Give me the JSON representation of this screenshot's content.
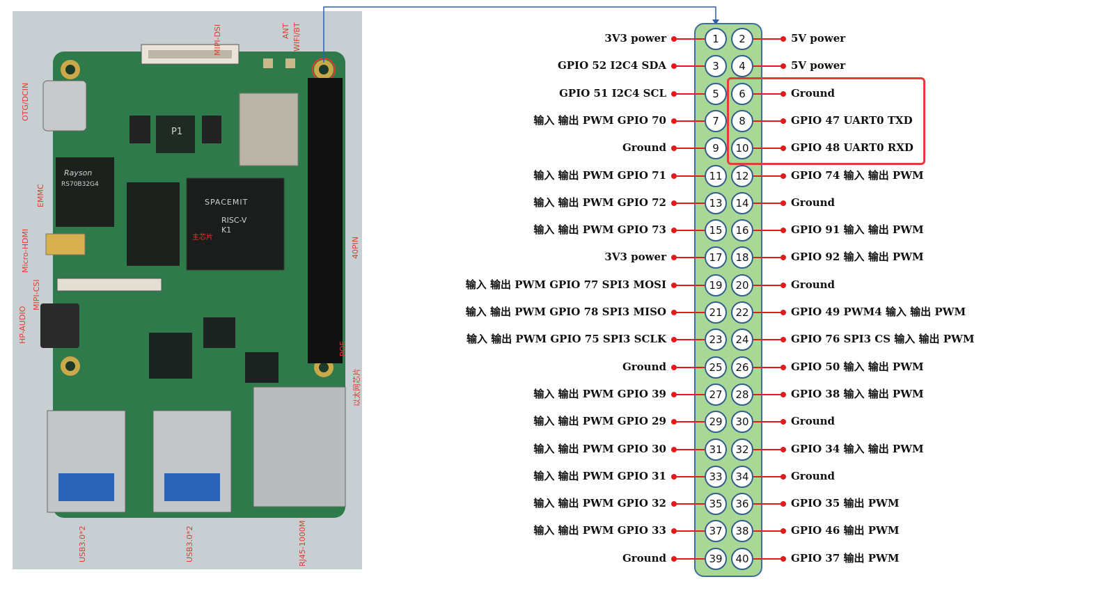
{
  "board_labels": {
    "mipi_dsi": "MIPI-DSI",
    "ant": "ANT",
    "wifi_bt": "WIFI/BT",
    "otg_dcin": "OTG/DCIN",
    "emmc": "EMMC",
    "micro_hdmi": "Micro-HDMI",
    "mipi_csi": "MIPI-CSI",
    "hp_audio": "HP-AUDIO",
    "pin40": "40PIN",
    "poe": "POE",
    "ethernet_chip": "以太网芯片",
    "usb_a": "USB3.0*2",
    "usb_b": "USB3.0*2",
    "rj45": "RJ45-1000M",
    "main_chip": "主芯片",
    "soc_brand": "SPACEMIT",
    "soc_model": "RISC-V",
    "soc_sub": "K1",
    "emmc_brand": "Rayson",
    "emmc_part": "RS70B32G4",
    "p1": "P1"
  },
  "colors": {
    "header_green": "#a8d796",
    "header_border": "#3d6f9c",
    "lead_red": "#e11b1b",
    "highlight": "#e5393a",
    "connector_blue": "#2f5fb0",
    "pcb_green": "#2f7a4a"
  },
  "pins": [
    {
      "left_num": "1",
      "right_num": "2",
      "left_label": "3V3 power",
      "right_label": "5V power"
    },
    {
      "left_num": "3",
      "right_num": "4",
      "left_label": "GPIO 52 I2C4 SDA",
      "right_label": "5V power"
    },
    {
      "left_num": "5",
      "right_num": "6",
      "left_label": "GPIO 51 I2C4 SCL",
      "right_label": "Ground"
    },
    {
      "left_num": "7",
      "right_num": "8",
      "left_label": "输入 输出 PWM GPIO 70",
      "right_label": "GPIO 47 UART0 TXD"
    },
    {
      "left_num": "9",
      "right_num": "10",
      "left_label": "Ground",
      "right_label": "GPIO 48 UART0 RXD"
    },
    {
      "left_num": "11",
      "right_num": "12",
      "left_label": "输入 输出 PWM GPIO 71",
      "right_label": "GPIO 74 输入 输出 PWM"
    },
    {
      "left_num": "13",
      "right_num": "14",
      "left_label": "输入 输出 PWM GPIO 72",
      "right_label": "Ground"
    },
    {
      "left_num": "15",
      "right_num": "16",
      "left_label": "输入 输出 PWM GPIO 73",
      "right_label": "GPIO 91 输入 输出 PWM"
    },
    {
      "left_num": "17",
      "right_num": "18",
      "left_label": "3V3 power",
      "right_label": "GPIO 92 输入 输出 PWM"
    },
    {
      "left_num": "19",
      "right_num": "20",
      "left_label": "输入 输出 PWM  GPIO 77 SPI3 MOSI",
      "right_label": "Ground"
    },
    {
      "left_num": "21",
      "right_num": "22",
      "left_label": "输入 输出 PWM GPIO 78 SPI3 MISO",
      "right_label": "GPIO 49 PWM4  输入 输出 PWM"
    },
    {
      "left_num": "23",
      "right_num": "24",
      "left_label": "输入 输出 PWM GPIO 75 SPI3 SCLK",
      "right_label": "GPIO 76 SPI3 CS  输入 输出 PWM"
    },
    {
      "left_num": "25",
      "right_num": "26",
      "left_label": "Ground",
      "right_label": "GPIO 50 输入 输出 PWM"
    },
    {
      "left_num": "27",
      "right_num": "28",
      "left_label": "输入 输出 PWM GPIO 39",
      "right_label": "GPIO 38  输入 输出 PWM"
    },
    {
      "left_num": "29",
      "right_num": "30",
      "left_label": "输入 输出 PWM GPIO 29",
      "right_label": "Ground"
    },
    {
      "left_num": "31",
      "right_num": "32",
      "left_label": "输入 输出 PWM GPIO 30",
      "right_label": "GPIO 34 输入 输出 PWM"
    },
    {
      "left_num": "33",
      "right_num": "34",
      "left_label": "输入 输出 PWM GPIO 31",
      "right_label": "Ground"
    },
    {
      "left_num": "35",
      "right_num": "36",
      "left_label": "输入 输出 PWM GPIO 32",
      "right_label": "GPIO 35 输出 PWM"
    },
    {
      "left_num": "37",
      "right_num": "38",
      "left_label": "输入 输出 PWM GPIO 33",
      "right_label": "GPIO 46 输出 PWM"
    },
    {
      "left_num": "39",
      "right_num": "40",
      "left_label": "Ground",
      "right_label": "GPIO 37 输出 PWM"
    }
  ]
}
